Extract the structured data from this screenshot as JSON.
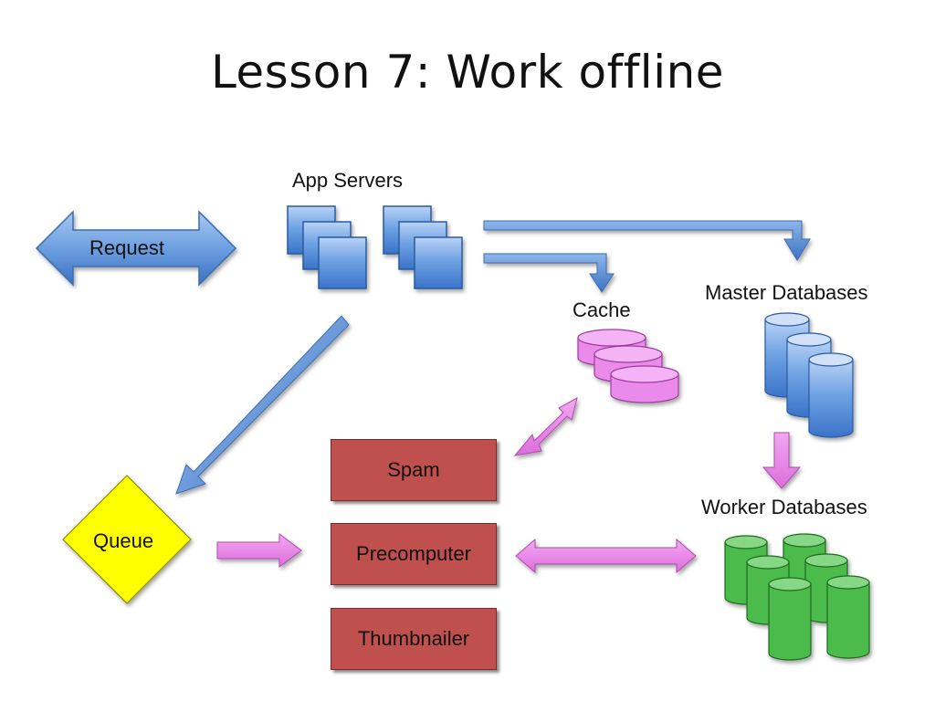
{
  "title": "Lesson 7: Work offline",
  "labels": {
    "request": "Request",
    "app_servers": "App Servers",
    "cache": "Cache",
    "master_databases": "Master Databases",
    "worker_databases": "Worker Databases",
    "queue": "Queue"
  },
  "workers": [
    "Spam",
    "Precomputer",
    "Thumbnailer"
  ],
  "colors": {
    "server": "#5b9bd5",
    "blue_arrow": "#4f81bd",
    "cache": "#ee82ee",
    "master_db": "#4f8fd8",
    "worker_db": "#3cb043",
    "queue": "#ffff00",
    "worker_box": "#c0504d",
    "pink_arrow": "#ee82ee"
  }
}
